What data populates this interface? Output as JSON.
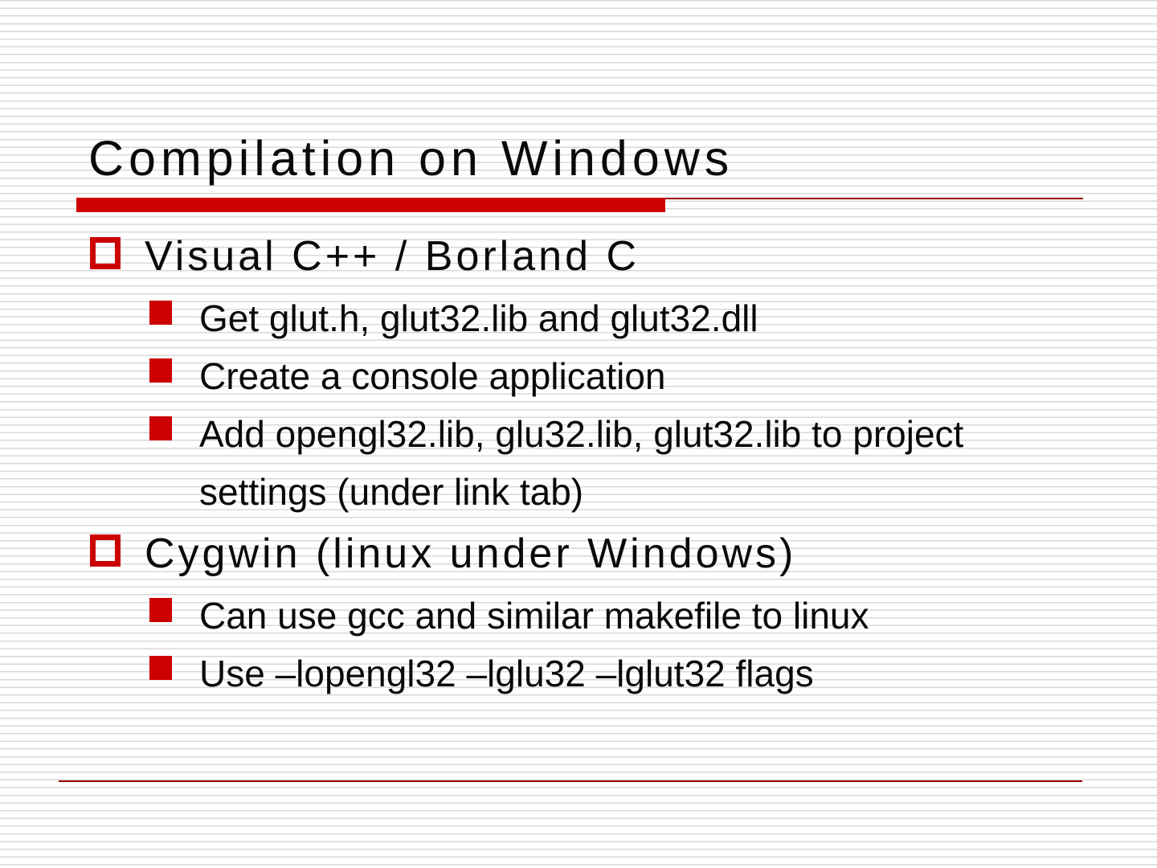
{
  "slide": {
    "title": "Compilation on Windows",
    "colors": {
      "accent_red": "#cc0000",
      "thin_line_red": "#990000",
      "text": "#0a0a0a",
      "stripe": "#d8d8d8"
    },
    "content": {
      "items": [
        {
          "level": 1,
          "bullet": "hollow-square",
          "lines": [
            "Visual C++ / Borland C"
          ]
        },
        {
          "level": 2,
          "bullet": "filled-square",
          "lines": [
            "Get glut.h, glut32.lib and glut32.dll"
          ]
        },
        {
          "level": 2,
          "bullet": "filled-square",
          "lines": [
            "Create a console application"
          ]
        },
        {
          "level": 2,
          "bullet": "filled-square",
          "lines": [
            "Add opengl32.lib, glu32.lib, glut32.lib to project",
            "settings (under link tab)"
          ]
        },
        {
          "level": 1,
          "bullet": "hollow-square",
          "lines": [
            "Cygwin (linux under Windows)"
          ]
        },
        {
          "level": 2,
          "bullet": "filled-square",
          "lines": [
            "Can use gcc and similar makefile to linux"
          ]
        },
        {
          "level": 2,
          "bullet": "filled-square",
          "lines": [
            "Use –lopengl32 –lglu32 –lglut32 flags"
          ]
        }
      ]
    }
  }
}
